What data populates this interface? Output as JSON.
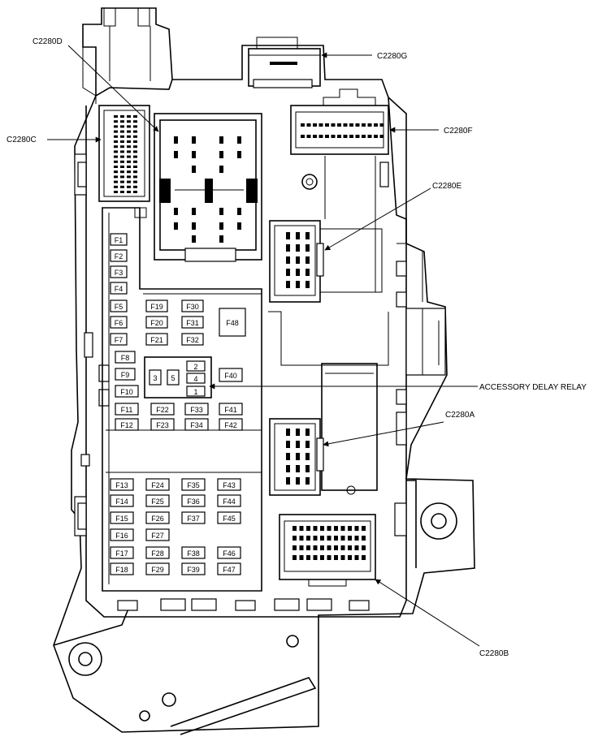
{
  "callouts": {
    "c2280d": "C2280D",
    "c2280c": "C2280C",
    "c2280g": "C2280G",
    "c2280f": "C2280F",
    "c2280e": "C2280E",
    "accessory_delay_relay": "ACCESSORY DELAY RELAY",
    "c2280a": "C2280A",
    "c2280b": "C2280B"
  },
  "fuses": {
    "f1": "F1",
    "f2": "F2",
    "f3": "F3",
    "f4": "F4",
    "f5": "F5",
    "f6": "F6",
    "f7": "F7",
    "f8": "F8",
    "f9": "F9",
    "f10": "F10",
    "f11": "F11",
    "f12": "F12",
    "f13": "F13",
    "f14": "F14",
    "f15": "F15",
    "f16": "F16",
    "f17": "F17",
    "f18": "F18",
    "f19": "F19",
    "f20": "F20",
    "f21": "F21",
    "f22": "F22",
    "f23": "F23",
    "f24": "F24",
    "f25": "F25",
    "f26": "F26",
    "f27": "F27",
    "f28": "F28",
    "f29": "F29",
    "f30": "F30",
    "f31": "F31",
    "f32": "F32",
    "f33": "F33",
    "f34": "F34",
    "f35": "F35",
    "f36": "F36",
    "f37": "F37",
    "f38": "F38",
    "f39": "F39",
    "f40": "F40",
    "f41": "F41",
    "f42": "F42",
    "f43": "F43",
    "f44": "F44",
    "f45": "F45",
    "f46": "F46",
    "f47": "F47",
    "f48": "F48"
  },
  "relay_pins": {
    "p1": "1",
    "p2": "2",
    "p3": "3",
    "p4": "4",
    "p5": "5"
  }
}
